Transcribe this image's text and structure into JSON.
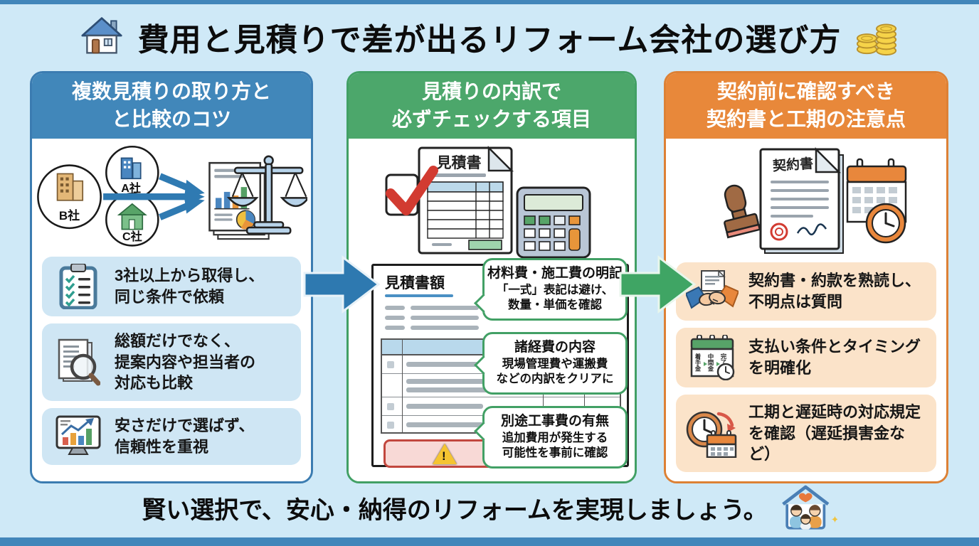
{
  "title": "費用と見積りで差が出るリフォーム会社の選び方",
  "footer": "賢い選択で、安心・納得のリフォームを実現しましょう。",
  "colors": {
    "background": "#cfe9f7",
    "blue_accent": "#3b7cb1",
    "green_accent": "#42a065",
    "orange_accent": "#dd8135",
    "light_blue_box": "#cfe6f4",
    "peach_box": "#fbe3c9",
    "warning_border": "#c2473e",
    "warning_bg": "#f8d9d6"
  },
  "icons": {
    "top_left": "house-icon",
    "top_right": "coins-icon",
    "footer_right": "family-house-icon"
  },
  "col1": {
    "header": [
      "複数見積りの取り方と",
      "と比較のコツ"
    ],
    "companies": [
      "A社",
      "B社",
      "C社"
    ],
    "items": [
      {
        "icon": "clipboard-checklist-icon",
        "lines": [
          "3社以上から取得し、",
          "同じ条件で依頼"
        ]
      },
      {
        "icon": "document-magnifier-icon",
        "lines": [
          "総額だけでなく、",
          "提案内容や担当者の",
          "対応も比較"
        ]
      },
      {
        "icon": "chart-monitor-icon",
        "lines": [
          "安さだけで選ばず、",
          "信頼性を重視"
        ]
      }
    ]
  },
  "col2": {
    "header": [
      "見積りの内訳で",
      "必ずチェックする項目"
    ],
    "doc_title": "見積書",
    "sheet_title": "見積書額",
    "callouts": [
      {
        "title": "材料費・施工費の明記",
        "lines": [
          "「一式」表記は避け、",
          "数量・単価を確認"
        ]
      },
      {
        "title": "諸経費の内容",
        "lines": [
          "現場管理費や運搬費",
          "などの内訳をクリアに"
        ]
      },
      {
        "title": "別途工事費の有無",
        "lines": [
          "追加費用が発生する",
          "可能性を事前に確認"
        ]
      }
    ]
  },
  "col3": {
    "header": [
      "契約前に確認すべき",
      "契約書と工期の注意点"
    ],
    "doc_title": "契約書",
    "payment_stages": [
      "着手金",
      "中間金",
      "完了"
    ],
    "items": [
      {
        "icon": "handshake-document-icon",
        "lines": [
          "契約書・約款を熟読し、",
          "不明点は質問"
        ]
      },
      {
        "icon": "payment-calendar-icon",
        "lines": [
          "支払い条件とタイミング",
          "を明確化"
        ]
      },
      {
        "icon": "clock-calendar-icon",
        "lines": [
          "工期と遅延時の対応規定",
          "を確認（遅延損害金など）"
        ]
      }
    ]
  }
}
